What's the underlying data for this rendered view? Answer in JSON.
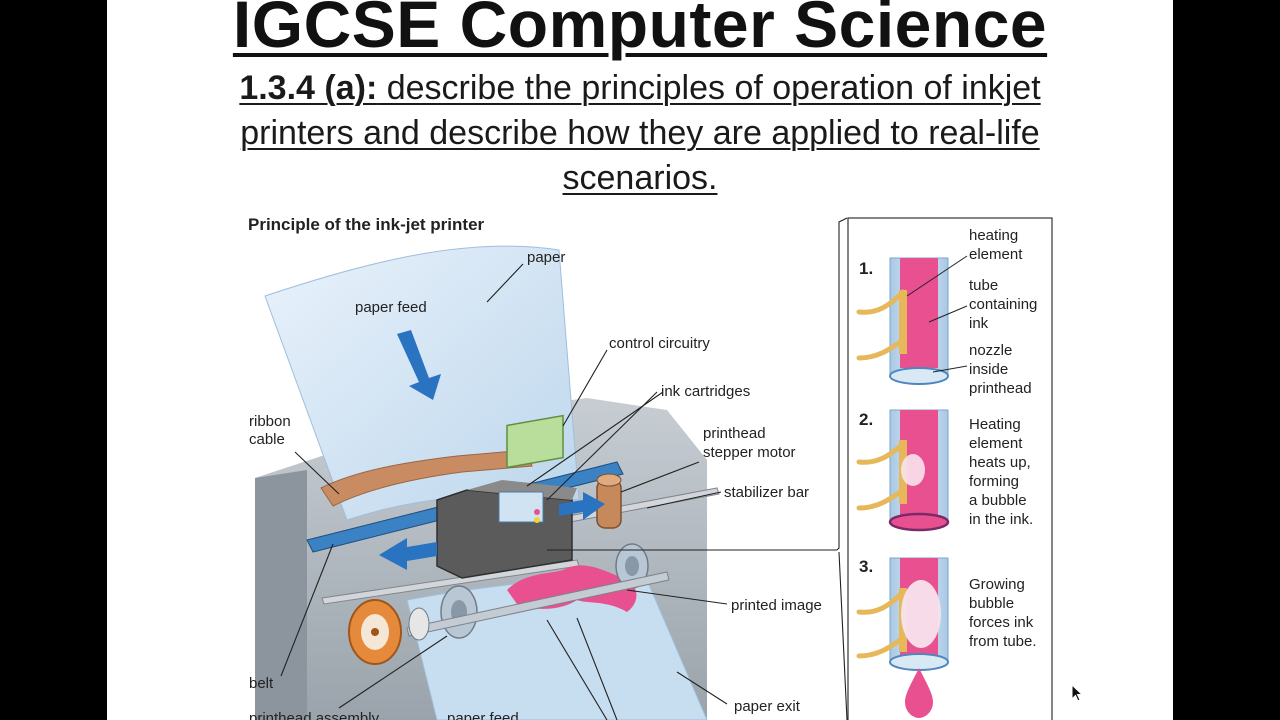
{
  "slide": {
    "title": "IGCSE Computer Science",
    "objective_code": "1.3.4 (a):",
    "objective_text": " describe the principles of operation of inkjet printers and describe how they are applied to real-life scenarios."
  },
  "diagram": {
    "heading": "Principle of the ink-jet printer",
    "labels": {
      "paper": "paper",
      "paper_feed": "paper feed",
      "control_circuitry": "control circuitry",
      "ink_cartridges": "ink cartridges",
      "ribbon_cable_1": "ribbon",
      "ribbon_cable_2": "cable",
      "printhead_stepper_1": "printhead",
      "printhead_stepper_2": "stepper motor",
      "stabilizer_bar": "stabilizer bar",
      "printed_image": "printed image",
      "belt": "belt",
      "paper_exit": "paper exit",
      "printhead_assembly": "printhead assembly",
      "paper_feed_bottom": "paper feed"
    },
    "steps": [
      {
        "number": "1.",
        "lines": [
          "heating",
          "element",
          "tube",
          "containing",
          "ink",
          "nozzle",
          "inside",
          "printhead"
        ]
      },
      {
        "number": "2.",
        "lines": [
          "Heating",
          "element",
          "heats up,",
          "forming",
          "a bubble",
          "in the ink."
        ]
      },
      {
        "number": "3.",
        "lines": [
          "Growing",
          "bubble",
          "forces ink",
          "from tube."
        ]
      }
    ]
  },
  "colors": {
    "ink": "#e8508f",
    "tube": "#bcd6ec",
    "wire": "#e6b85a",
    "arrow": "#2a73c0",
    "ribbon": "#c98b62"
  }
}
